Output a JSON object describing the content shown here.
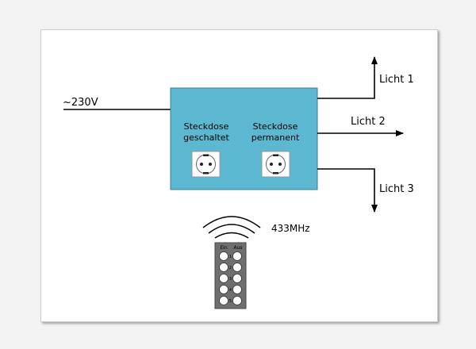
{
  "diagram": {
    "supply_label": "~230V",
    "box": {
      "left_socket_label_line1": "Steckdose",
      "left_socket_label_line2": "geschaltet",
      "right_socket_label_line1": "Steckdose",
      "right_socket_label_line2": "permanent"
    },
    "outputs": [
      "Licht 1",
      "Licht 2",
      "Licht 3"
    ],
    "radio_label": "433MHz",
    "remote": {
      "col_on": "Ein",
      "col_off": "Aus",
      "rows": [
        "1",
        "2",
        "3",
        "4",
        "5"
      ]
    }
  },
  "colors": {
    "box_fill": "#5bb8d0",
    "box_stroke": "#3d7d8e",
    "remote_body": "#6f6f6f",
    "line": "#000000"
  }
}
